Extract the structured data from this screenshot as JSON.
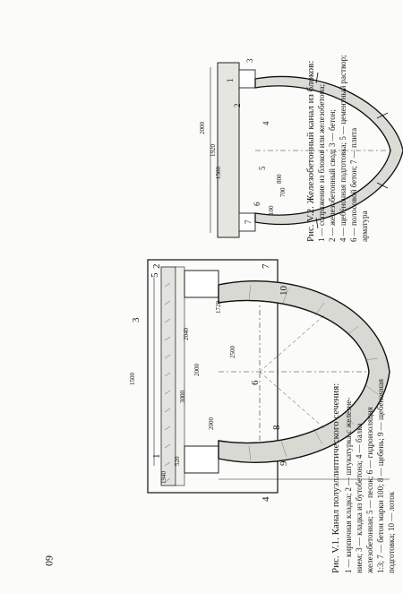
{
  "page_number": "60",
  "figure_v1": {
    "caption": "Рис. V.1. Канал полуэллиптического сечения:",
    "legend_lines": [
      "1 — кирпичная кладка; 2 — штукатурка с железне-",
      "нием; 3 — кладка из бутобетона; 4 — балка",
      "железобетонная; 5 — песок; 6 — гидроизоляция",
      "1:3; 7 — бетон марки 100; 8 — щебень; 9 — щебёночная",
      "подготовка; 10 — лоток"
    ],
    "leaders": [
      "1",
      "2",
      "3",
      "4",
      "5",
      "6",
      "7",
      "8",
      "9",
      "10"
    ],
    "dimensions": [
      "2000",
      "2000",
      "2500",
      "3000",
      "1940",
      "1720",
      "2040",
      "1500",
      "520"
    ]
  },
  "figure_v2": {
    "caption": "Рис. V.2. Железобетонный канал из блоков:",
    "legend_lines": [
      "1 — сопряжение из блоков или железобетона;",
      "2 — железобетонный свод; 3 — бетон;",
      "4 — щебёночная подготовка; 5 — цементный раствор;",
      "6 — полосовой бетон; 7 — плита",
      "арматура"
    ],
    "leaders": [
      "1",
      "2",
      "3",
      "4",
      "5",
      "6",
      "7"
    ],
    "dimensions": [
      "2000",
      "1500",
      "800",
      "700",
      "1920",
      "100"
    ]
  }
}
